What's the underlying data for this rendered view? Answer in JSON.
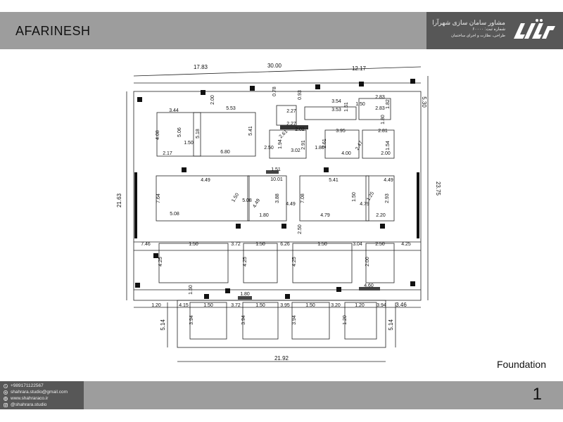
{
  "header": {
    "title": "AFARINESH",
    "brand_name": "مشاور سامان سازی شهرآرا",
    "brand_reg": "شماره ثبت: ۶۰۰۰۰",
    "brand_sub": "طراحی، نظارت و اجرای ساختمان"
  },
  "plan": {
    "label": "Foundation",
    "dimensions": {
      "overall_top": "30.00",
      "top_left": "17.83",
      "top_right": "12.17",
      "overall_left": "21.63",
      "overall_right": "23.75",
      "right_top": "5.30",
      "bottom_right_small": "3.46",
      "overall_bottom": "21.92",
      "stair_left": "5.14",
      "stair_right": "5.14"
    },
    "labels": [
      "0.78",
      "0.93",
      "2.27",
      "2.27",
      "3.54",
      "3.53",
      "1.51",
      "1.50",
      "2.83",
      "2.83",
      "1.82",
      "1.80",
      "3.44",
      "4.08",
      "5.06",
      "1.50",
      "2.17",
      "2.00",
      "5.53",
      "5.18",
      "6.80",
      "5.41",
      "2.50",
      "1.94",
      "2.61",
      "2.02",
      "3.02",
      "2.91",
      "1.80",
      "2.61",
      "3.95",
      "4.00",
      "2.47",
      "2.81",
      "1.54",
      "2.00",
      "1.51",
      "10.01",
      "4.49",
      "7.64",
      "5.08",
      "1.50",
      "5.08",
      "4.49",
      "3.88",
      "1.80",
      "4.49",
      "7.08",
      "5.41",
      "4.79",
      "1.50",
      "4.79",
      "1.25",
      "4.49",
      "2.93",
      "2.20",
      "2.50",
      "7.46",
      "1.50",
      "3.72",
      "1.50",
      "6.26",
      "1.50",
      "3.04",
      "2.50",
      "4.25",
      "4.25",
      "4.25",
      "4.25",
      "2.00",
      "1.50",
      "1.80",
      "4.60",
      "1.20",
      "4.15",
      "1.50",
      "3.72",
      "1.50",
      "3.95",
      "1.50",
      "3.20",
      "1.20",
      "3.94",
      "3.94",
      "3.94",
      "3.94",
      "1.20"
    ]
  },
  "footer": {
    "contacts": [
      {
        "icon": "phone-icon",
        "text": "+989171122567"
      },
      {
        "icon": "email-icon",
        "text": "shahrara.studio@gmail.com"
      },
      {
        "icon": "web-icon",
        "text": "www.shahraraco.ir"
      },
      {
        "icon": "instagram-icon",
        "text": "@shahrara.studio"
      }
    ],
    "page_number": "1"
  },
  "colors": {
    "header_bg": "#9d9d9d",
    "brand_bg": "#575757",
    "footer_bg": "#9d9d9d"
  }
}
